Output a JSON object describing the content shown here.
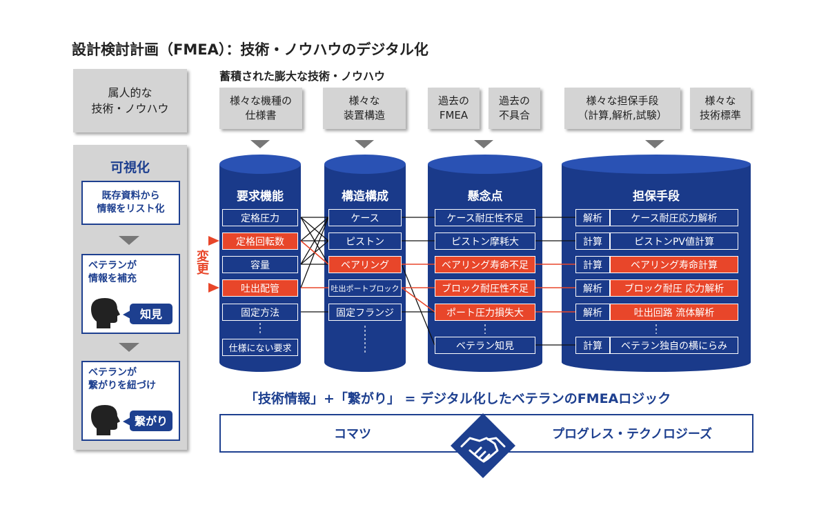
{
  "title": "設計検討計画（FMEA）：技術・ノウハウのデジタル化",
  "subtitle": "蓄積された膨大な技術・ノウハウ",
  "left": {
    "top_box": "属人的な\n技術・ノウハウ",
    "panel_title": "可視化",
    "step1": "既存資料から\n情報をリスト化",
    "step2": "ベテランが\n情報を補充",
    "step2_bubble": "知見",
    "step3": "ベテランが\n繋がりを紐づけ",
    "step3_bubble": "繋がり"
  },
  "sources": [
    {
      "text": "様々な機種の\n仕様書"
    },
    {
      "text": "様々な\n装置構造"
    },
    {
      "text": "過去の\nFMEA"
    },
    {
      "text": "過去の\n不具合"
    },
    {
      "text": "様々な担保手段\n（計算,解析,試験）"
    },
    {
      "text": "様々な\n技術標準"
    }
  ],
  "change_label": "変更",
  "columns": {
    "c1": {
      "label": "要求機能",
      "cells": [
        "定格圧力",
        "定格回転数",
        "容量",
        "吐出配管",
        "固定方法",
        "仕様にない要求"
      ],
      "red": [
        false,
        true,
        false,
        true,
        false,
        false
      ]
    },
    "c2": {
      "label": "構造構成",
      "cells": [
        "ケース",
        "ピストン",
        "ベアリング",
        "吐出ポートブロック",
        "固定フランジ"
      ],
      "red": [
        false,
        false,
        true,
        true,
        false
      ]
    },
    "c3": {
      "label": "懸念点",
      "cells": [
        "ケース耐圧性不足",
        "ピストン摩耗大",
        "ベアリング寿命不足",
        "ブロック耐圧性不足",
        "ポート圧力損失大",
        "ベテラン知見"
      ],
      "red": [
        false,
        false,
        true,
        true,
        true,
        false
      ]
    },
    "c4": {
      "label": "担保手段",
      "tags": [
        "解析",
        "計算",
        "計算",
        "解析",
        "解析",
        "計算"
      ],
      "cells": [
        "ケース耐圧応力解析",
        "ピストンPV値計算",
        "ベアリング寿命計算",
        "ブロック耐圧 応力解析",
        "吐出回路 流体解析",
        "ベテラン独自の横にらみ"
      ],
      "red": [
        false,
        false,
        true,
        true,
        true,
        false
      ]
    }
  },
  "conclusion": "「技術情報」+「繋がり」 = デジタル化したベテランのFMEAロジック",
  "partners": {
    "left": "コマツ",
    "right": "プログレス・テクノロジーズ"
  },
  "colors": {
    "navy": "#1a3a8a",
    "red": "#e8462a",
    "gray": "#d4d4d4"
  }
}
